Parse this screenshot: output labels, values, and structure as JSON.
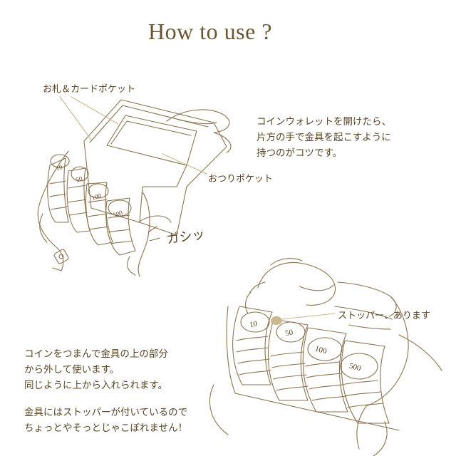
{
  "title": "How to use ?",
  "colors": {
    "line": "#8a7350",
    "text": "#5a4426",
    "accent": "#c9b78f"
  },
  "labels": {
    "bill_card_pocket": "お札＆カードポケット",
    "change_pocket": "おつりポケット",
    "stopper": "ストッパー、あります",
    "sound_effect": "ガシッ"
  },
  "coin_values": {
    "c10": "10",
    "c50": "50",
    "c100": "100",
    "c500": "500"
  },
  "tip_open": [
    "コインウォレットを開けたら、",
    "片方の手で金具を起こすように",
    "持つのがコツです。"
  ],
  "tip_remove": [
    "コインをつまんで金具の上の部分",
    "から外して使います。",
    "同じように上から入れられます。"
  ],
  "tip_stopper": [
    "金具にはストッパーが付いているので",
    "ちょっとやそっとじゃこぼれません！"
  ]
}
